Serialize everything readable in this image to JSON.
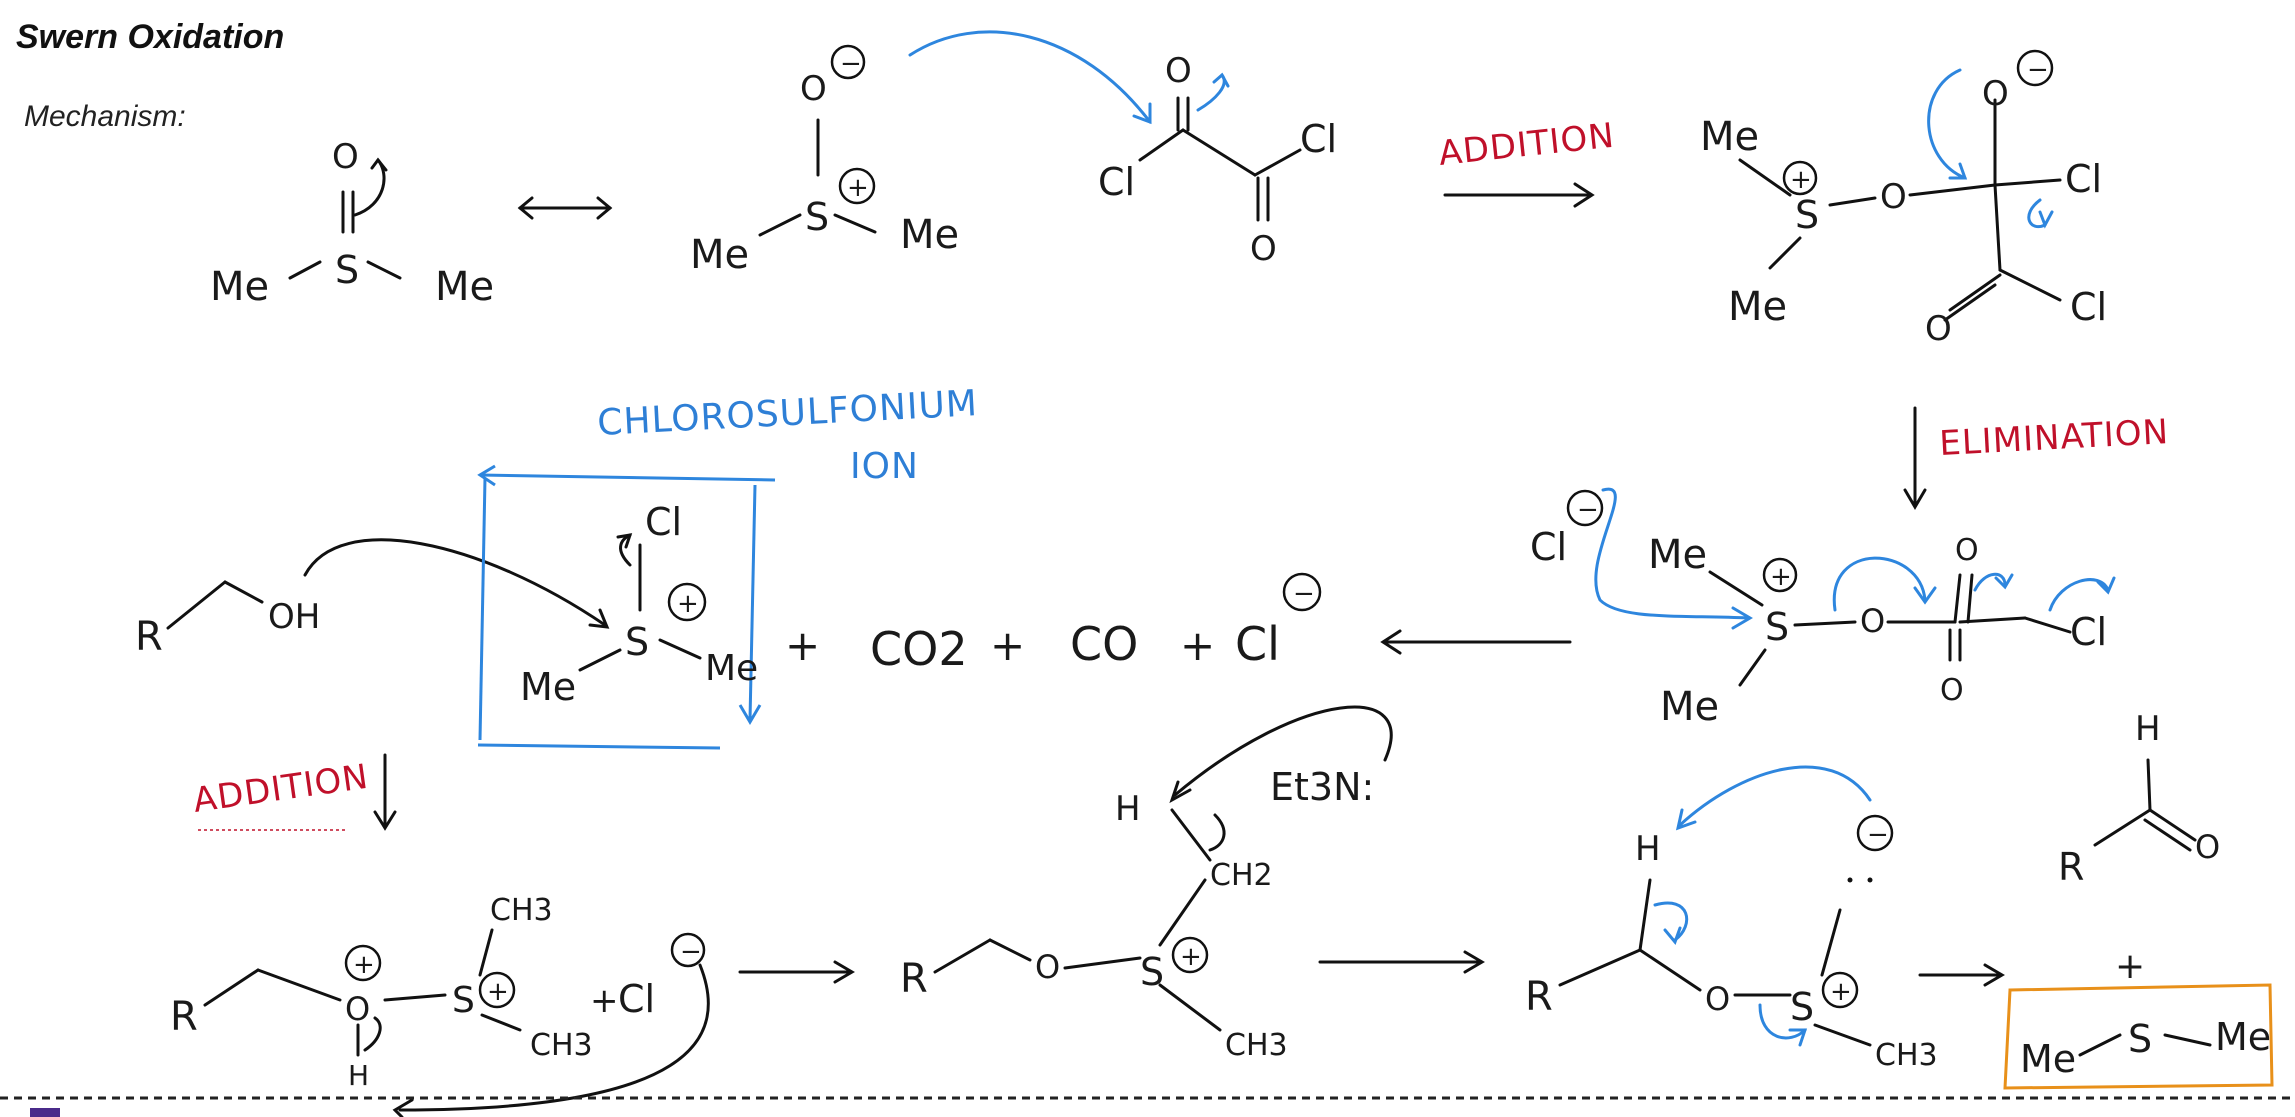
{
  "header": {
    "title": "Swern Oxidation",
    "subtitle": "Mechanism:"
  },
  "labels": {
    "addition_1": "ADDITION",
    "elimination": "ELIMINATION",
    "chloro_line1": "CHLOROSULFONIUM",
    "chloro_line2": "ION",
    "addition_2": "ADDITION"
  },
  "atoms": {
    "me": "Me",
    "s": "S",
    "o": "O",
    "cl": "Cl",
    "r": "R",
    "oh": "OH",
    "h": "H",
    "ch3": "CH3",
    "ch2": "CH2",
    "base": "Et3N:"
  },
  "byproducts": {
    "co2": "CO2",
    "co": "CO",
    "cl": "Cl",
    "plus": "+"
  },
  "charges": {
    "plus": "+",
    "minus": "−"
  },
  "colors": {
    "label_red": "#c0102a",
    "arrow_blue": "#2e86de",
    "box_orange": "#e8901a",
    "ink": "#111111"
  }
}
